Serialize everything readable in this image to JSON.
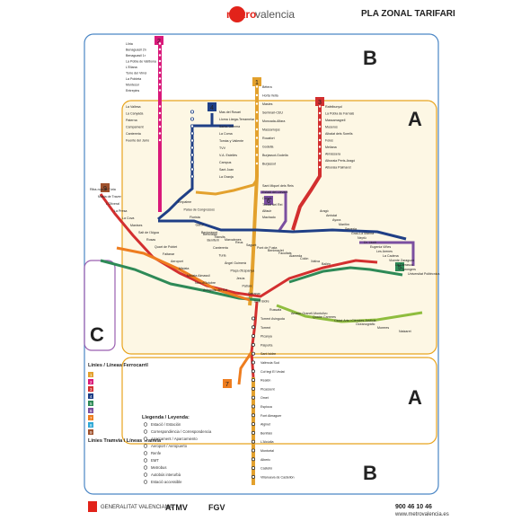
{
  "header": {
    "logo_metro": "metro",
    "logo_rest": "valencia",
    "title": "PLA ZONAL TARIFARI"
  },
  "zones": {
    "b_top": "B",
    "a_right": "A",
    "c_left": "C",
    "a_bottom": "A",
    "b_bottom": "B"
  },
  "lines": {
    "l1": "1",
    "l2": "2",
    "l3": "3",
    "l4": "4",
    "l5": "5",
    "l6": "6",
    "l7": "7",
    "l8": "8",
    "l9": "9"
  },
  "stations": {
    "line2_north": [
      "Llíria",
      "Benaguasil 2n",
      "Benaguasil 1r",
      "La Pobla de Vallbona",
      "L'Eliana",
      "Torre del Virrei",
      "La Pobleta",
      "Montesol",
      "Entrepins"
    ],
    "line2_mid": [
      "La Vallesa",
      "La Canyada",
      "Paterna",
      "Campament",
      "Cantereria",
      "Fuente del Jarro"
    ],
    "line4_tram": [
      "Mas del Rosari",
      "Lloma Llarga-Terramelar",
      "Santa Gemma",
      "La Coma",
      "Tomàs y Valiente",
      "TVV",
      "V.A. Estellés",
      "Campus",
      "Sant Joan",
      "La Granja"
    ],
    "line1_north": [
      "Bétera",
      "Horta Vella",
      "Masies",
      "Seminari-CEU",
      "Moncada-Alfara",
      "Massarrojos",
      "Rocafort",
      "Godella",
      "Burjassot-Godella",
      "Burjassot"
    ],
    "line3_north": [
      "Rafelbunyol",
      "La Pobla de Farnals",
      "Massamagrell",
      "Museros",
      "Albalat dels Sorells",
      "Foios",
      "Meliana",
      "Almàssera",
      "Alboraia Peris-Aragó",
      "Alboraia Palmaret"
    ],
    "line6_tram": [
      "Sant Miquel dels Reis",
      "Estadi del Llevant",
      "Orriols",
      "Tossal del Rei",
      "Alfauir",
      "Machado"
    ],
    "central_line": [
      "Empalme",
      "Palau de Congressos",
      "Florista",
      "Garbí",
      "Benimàmet",
      "Beniferri",
      "Cantereria",
      "Turia",
      "Àngel Guimerà",
      "Plaça d'Espanya",
      "Jesús",
      "Patraix",
      "Safranar",
      "Sant Isidre"
    ],
    "east_line": [
      "Benicalap",
      "Trànsits",
      "Marxalenes",
      "Reus",
      "Sagunt",
      "Pont de Fusta",
      "Benimaclet",
      "Facultats",
      "Alameda",
      "Colón",
      "Xàtiva",
      "Bailén"
    ],
    "line5_east": [
      "Aragó",
      "Amistat",
      "Ayora",
      "Marítim",
      "Serrería",
      "Grau-La Marina",
      "Neptú",
      "Dr. Lluch",
      "Eugenia Viñes",
      "Les Arenes",
      "La Cadena",
      "Vicente Zaragozá",
      "La Carrasca",
      "Tarongers",
      "Universitat Politècnica"
    ],
    "line3_west": [
      "Riba-roja de Túria",
      "Masia de Traver",
      "L'Oliveral",
      "La Presa",
      "La Cova",
      "Manises",
      "Salt de l'Aigua",
      "Rosas",
      "Quart de Poblet",
      "Faitanar",
      "Aeroport",
      "Mislata",
      "Mislata Almassil",
      "Nou d'Octubre",
      "Avinguda del Cid"
    ],
    "line10": [
      "Russafa",
      "Amado Granell-Montolivo",
      "Quatre Carreres",
      "Ciutat Arts i Ciències-Justícia",
      "Oceanogràfic",
      "Moreres",
      "Natzaret"
    ],
    "south_line": [
      "Torrent Avinguda",
      "Torrent",
      "Picanya",
      "Paiporta",
      "Sant Isidre",
      "València Sud",
      "Col·legi El Vedat",
      "Realón",
      "Picassent",
      "Omet",
      "Espioca",
      "Font Almaguer",
      "Alginet",
      "Benifaió",
      "L'Alcúdia",
      "Montortal",
      "Alberic",
      "Castelló",
      "Villanueva de Castellón"
    ]
  },
  "legend": {
    "title_lines": "Línies / Líneas Ferrocarril",
    "title_tram": "Línies Tramvia / Líneas Tranvía",
    "legend_heading": "Llegenda / Leyenda:",
    "items": [
      "Estació / Estación",
      "Correspondència / Correspondencia",
      "Aparcament / Aparcamiento",
      "Aeroport / Aeropuerto",
      "Renfe",
      "EMT",
      "Metrobus",
      "Autobús interurbà",
      "Estació accessible"
    ]
  },
  "footer": {
    "gva": "GENERALITAT VALENCIANA",
    "atmv": "ATMV",
    "fgv": "FGV",
    "phone": "900 46 10 46",
    "web": "www.metrovalencia.es"
  },
  "colors": {
    "l1": "#e3a12d",
    "l2": "#d9197a",
    "l3": "#d32f2f",
    "l4": "#1f3f86",
    "l5": "#2e8a57",
    "l6": "#7b4fa0",
    "l7": "#ee7d1f",
    "l8": "#2ea8d6",
    "l9": "#a0522d",
    "l10": "#8fbd3e",
    "zone_b": "#4a86c5",
    "zone_a": "#e8a41e",
    "zone_c": "#9a5fb0",
    "zone_a_fill": "#fdf7e4"
  }
}
